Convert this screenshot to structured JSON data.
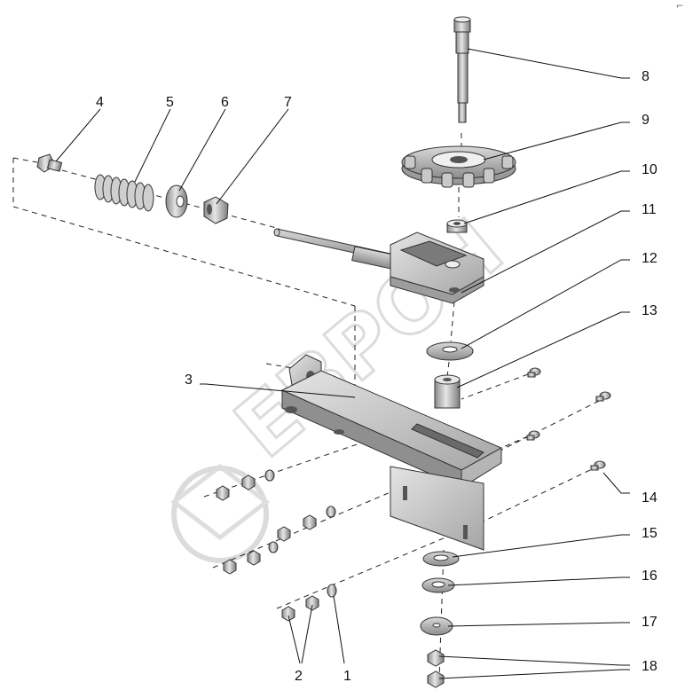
{
  "watermark": {
    "text": "ЕВРОН"
  },
  "corner_mark": "⌐",
  "callouts": [
    {
      "id": "1",
      "label": "1"
    },
    {
      "id": "2",
      "label": "2"
    },
    {
      "id": "3",
      "label": "3"
    },
    {
      "id": "4",
      "label": "4"
    },
    {
      "id": "5",
      "label": "5"
    },
    {
      "id": "6",
      "label": "6"
    },
    {
      "id": "7",
      "label": "7"
    },
    {
      "id": "8",
      "label": "8"
    },
    {
      "id": "9",
      "label": "9"
    },
    {
      "id": "10",
      "label": "10"
    },
    {
      "id": "11",
      "label": "11"
    },
    {
      "id": "12",
      "label": "12"
    },
    {
      "id": "13",
      "label": "13"
    },
    {
      "id": "14",
      "label": "14"
    },
    {
      "id": "15",
      "label": "15"
    },
    {
      "id": "16",
      "label": "16"
    },
    {
      "id": "17",
      "label": "17"
    },
    {
      "id": "18",
      "label": "18"
    }
  ]
}
